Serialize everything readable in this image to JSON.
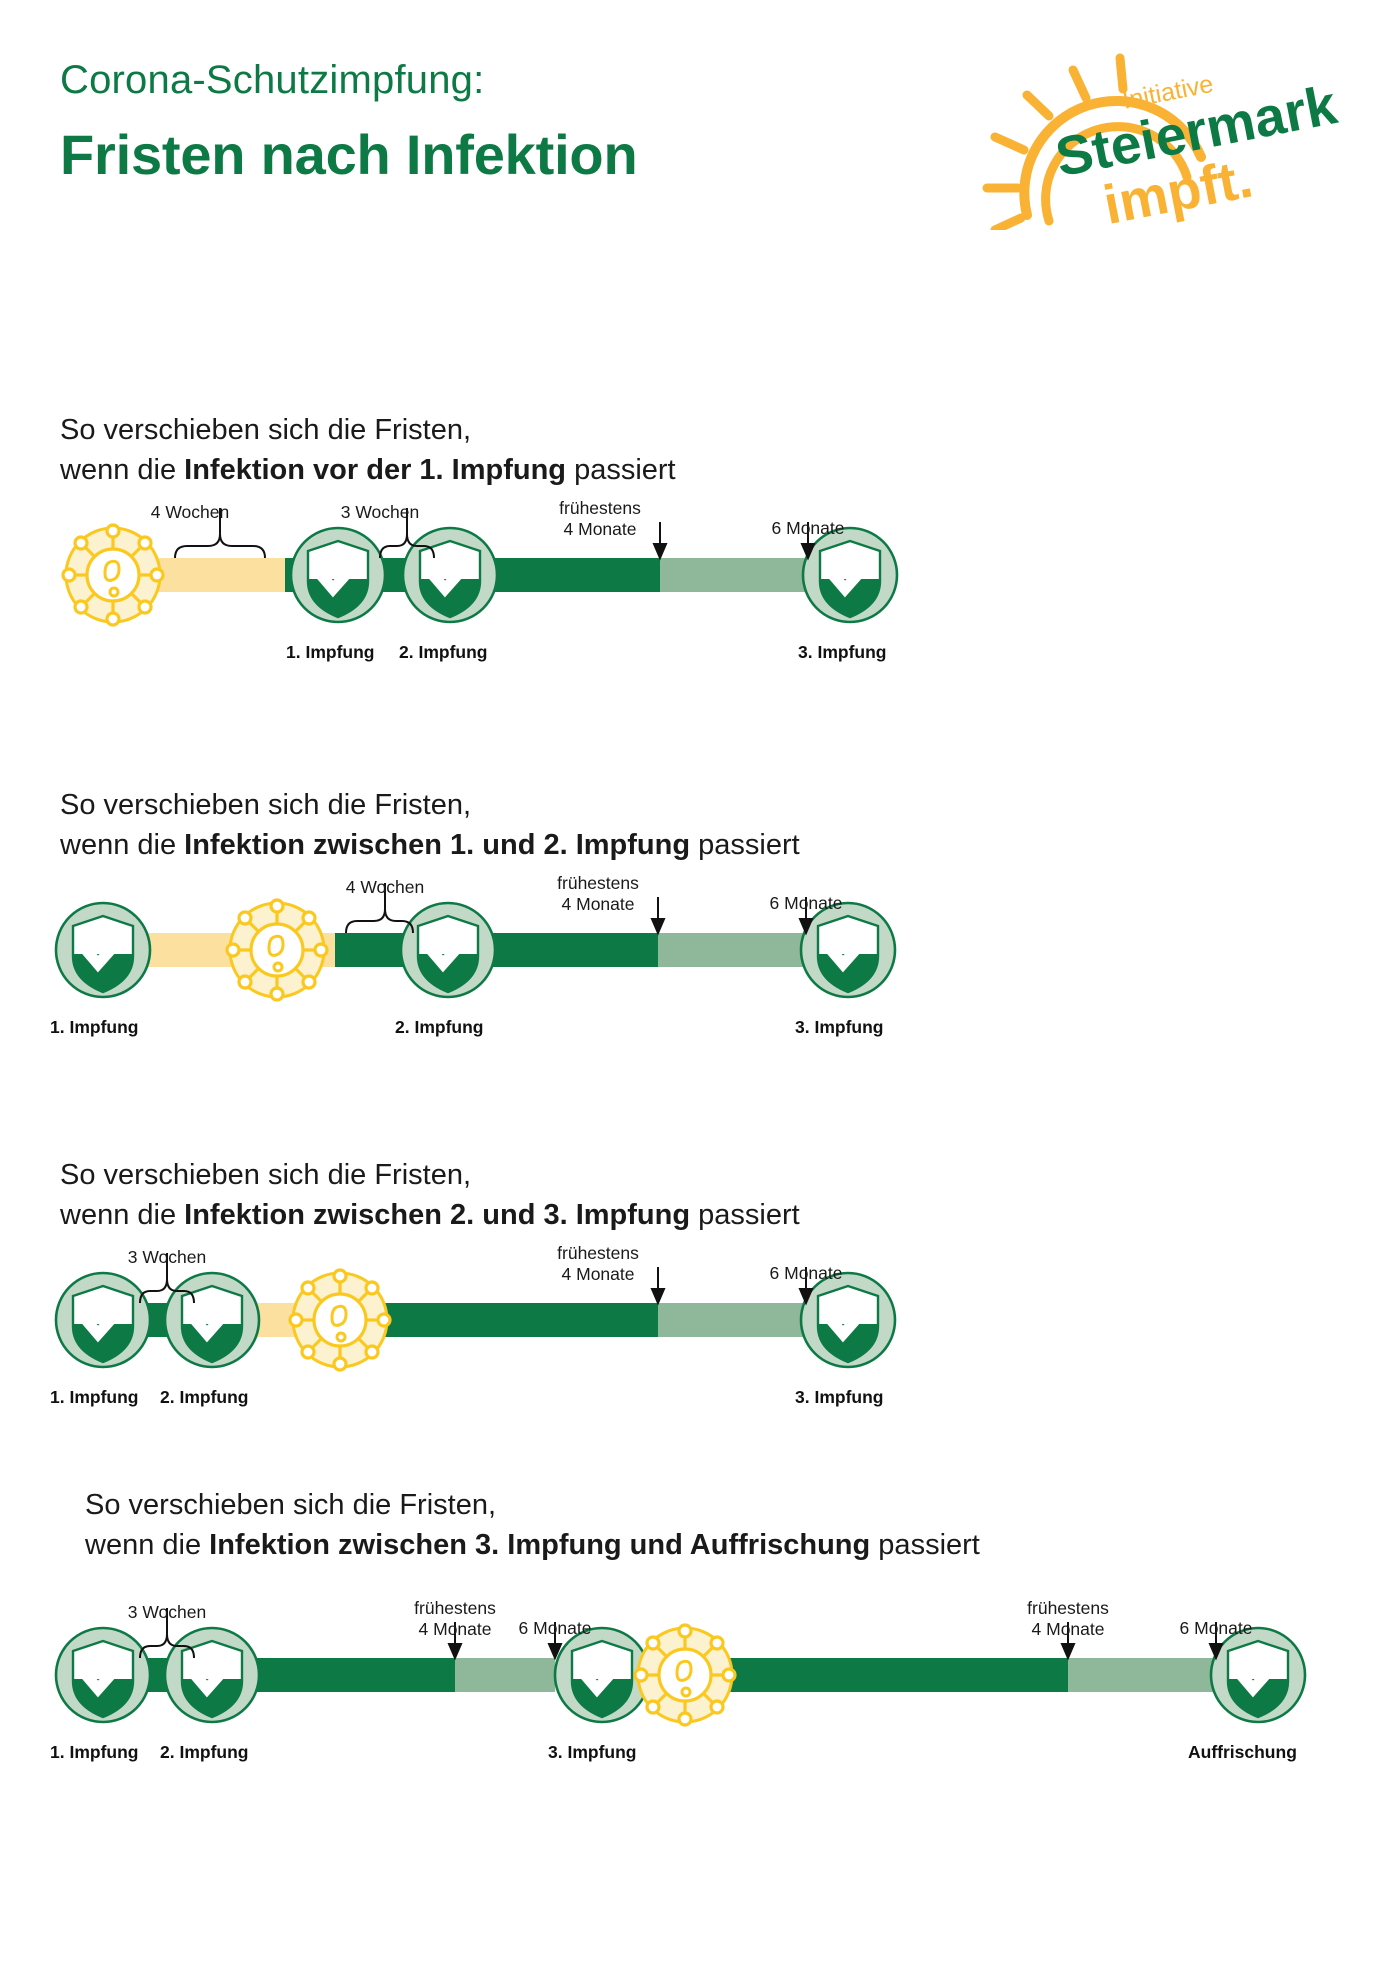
{
  "header": {
    "kicker": "Corona-Schutzimpfung:",
    "title": "Fristen nach Infektion",
    "logo": {
      "initiative": "Initiative",
      "steiermark": "Steiermark",
      "impft": "impft.",
      "sun_color": "#f9b233",
      "green": "#0d7a46"
    }
  },
  "colors": {
    "dark_green": "#0d7a46",
    "mid_green": "#8fb79a",
    "pale_green": "#c3d9c8",
    "yellow_line": "#fbe0a0",
    "yellow_fill": "#fdf2d0",
    "yellow_stroke": "#fac81e",
    "text": "#1a1a1a"
  },
  "sections": [
    {
      "id": "vor-1-impfung",
      "line1": "So verschieben sich die Fristen,",
      "line2_pre": "wenn die ",
      "line2_bold": "Infektion vor der 1. Impfung",
      "line2_post": " passiert",
      "nodes": [
        {
          "type": "virus",
          "caption": ""
        },
        {
          "type": "shield",
          "caption": "1. Impfung"
        },
        {
          "type": "shield",
          "caption": "2. Impfung"
        },
        {
          "type": "shield",
          "caption": "3. Impfung"
        }
      ],
      "brackets": [
        {
          "label": "4 Wochen"
        },
        {
          "label": "3 Wochen"
        }
      ],
      "arrows": [
        {
          "label_top": "frühestens",
          "label_bottom": "4 Monate"
        },
        {
          "label_top": "",
          "label_bottom": "6 Monate"
        }
      ]
    },
    {
      "id": "zwischen-1-2",
      "line1": "So verschieben sich die Fristen,",
      "line2_pre": "wenn die ",
      "line2_bold": "Infektion zwischen 1. und 2. Impfung",
      "line2_post": " passiert",
      "nodes": [
        {
          "type": "shield",
          "caption": "1. Impfung"
        },
        {
          "type": "virus",
          "caption": ""
        },
        {
          "type": "shield",
          "caption": "2. Impfung"
        },
        {
          "type": "shield",
          "caption": "3. Impfung"
        }
      ],
      "brackets": [
        {
          "label": "4 Wochen"
        }
      ],
      "arrows": [
        {
          "label_top": "frühestens",
          "label_bottom": "4 Monate"
        },
        {
          "label_top": "",
          "label_bottom": "6 Monate"
        }
      ]
    },
    {
      "id": "zwischen-2-3",
      "line1": "So verschieben sich die Fristen,",
      "line2_pre": "wenn die ",
      "line2_bold": "Infektion zwischen 2. und 3. Impfung",
      "line2_post": " passiert",
      "nodes": [
        {
          "type": "shield",
          "caption": "1. Impfung"
        },
        {
          "type": "shield",
          "caption": "2. Impfung"
        },
        {
          "type": "virus",
          "caption": ""
        },
        {
          "type": "shield",
          "caption": "3. Impfung"
        }
      ],
      "brackets": [
        {
          "label": "3 Wochen"
        }
      ],
      "arrows": [
        {
          "label_top": "frühestens",
          "label_bottom": "4 Monate"
        },
        {
          "label_top": "",
          "label_bottom": "6 Monate"
        }
      ]
    },
    {
      "id": "zwischen-3-auffrischung",
      "line1": "So verschieben sich die Fristen,",
      "line2_pre": "wenn die ",
      "line2_bold": "Infektion zwischen 3. Impfung und Auffrischung",
      "line2_post": " passiert",
      "nodes": [
        {
          "type": "shield",
          "caption": "1. Impfung"
        },
        {
          "type": "shield",
          "caption": "2. Impfung"
        },
        {
          "type": "shield",
          "caption": "3. Impfung"
        },
        {
          "type": "virus",
          "caption": ""
        },
        {
          "type": "shield",
          "caption": "Auffrischung"
        }
      ],
      "brackets": [
        {
          "label": "3 Wochen"
        }
      ],
      "arrows": [
        {
          "label_top": "frühestens",
          "label_bottom": "4 Monate"
        },
        {
          "label_top": "",
          "label_bottom": "6 Monate"
        },
        {
          "label_top": "frühestens",
          "label_bottom": "4 Monate"
        },
        {
          "label_top": "",
          "label_bottom": "6 Monate"
        }
      ]
    }
  ]
}
